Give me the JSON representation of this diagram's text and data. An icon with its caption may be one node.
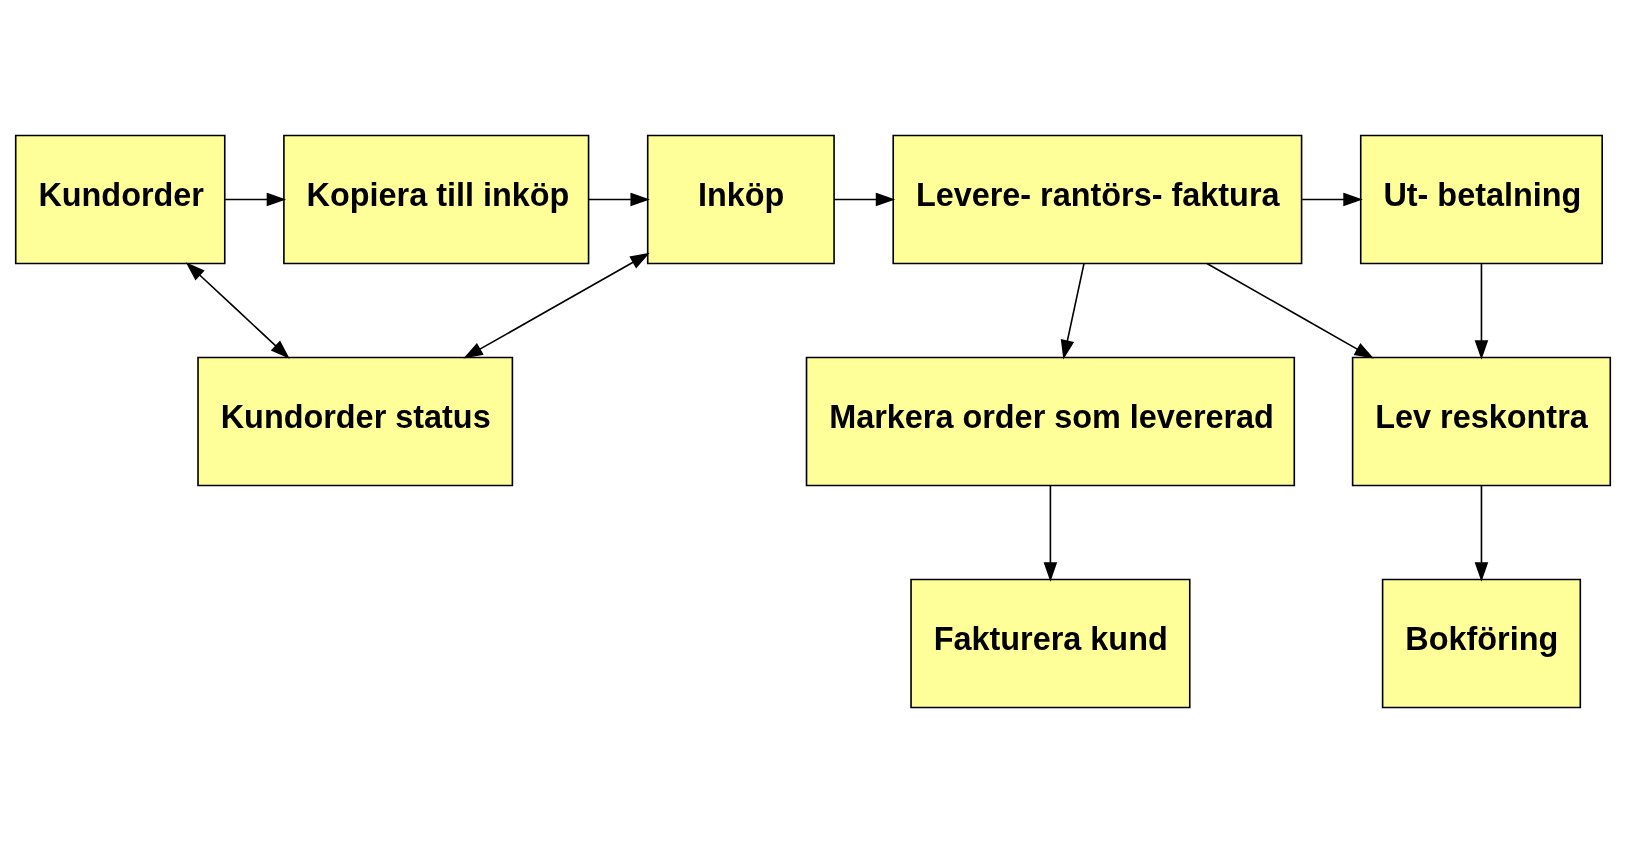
{
  "diagram": {
    "nodes": [
      {
        "text": [
          "Kundorder"
        ]
      },
      {
        "text": [
          "Kopiera till inköp"
        ]
      },
      {
        "text": [
          "Inköp"
        ]
      },
      {
        "text": [
          "Levere- rantörs- faktura"
        ]
      },
      {
        "text": [
          "Ut- betalning"
        ]
      },
      {
        "text": [
          "Kundorder status"
        ]
      },
      {
        "text": [
          "Markera order som levererad"
        ]
      },
      {
        "text": [
          "Lev reskontra"
        ]
      },
      {
        "text": [
          "Fakturera kund"
        ]
      },
      {
        "text": [
          "Bokföring"
        ]
      }
    ],
    "edges": [
      {
        "from": 0,
        "to": 1,
        "arrow": "to"
      },
      {
        "from": 1,
        "to": 2,
        "arrow": "to"
      },
      {
        "from": 2,
        "to": 3,
        "arrow": "to"
      },
      {
        "from": 3,
        "to": 4,
        "arrow": "to"
      },
      {
        "from": 0,
        "to": 5,
        "arrow": "both"
      },
      {
        "from": 2,
        "to": 5,
        "arrow": "both"
      },
      {
        "from": 3,
        "to": 6,
        "arrow": "to"
      },
      {
        "from": 3,
        "to": 7,
        "arrow": "to"
      },
      {
        "from": 4,
        "to": 7,
        "arrow": "to"
      },
      {
        "from": 6,
        "to": 8,
        "arrow": "to"
      },
      {
        "from": 7,
        "to": 9,
        "arrow": "to"
      }
    ]
  }
}
